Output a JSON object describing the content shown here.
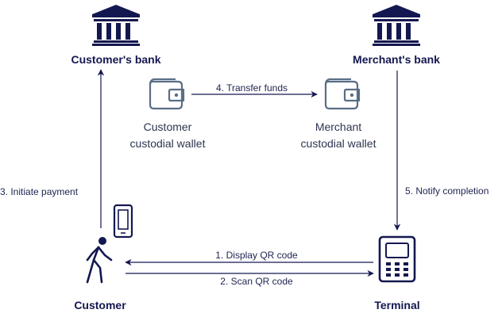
{
  "nodes": {
    "customer_bank": {
      "label": "Customer's bank",
      "icon": "bank-icon"
    },
    "merchant_bank": {
      "label": "Merchant's bank",
      "icon": "bank-icon"
    },
    "customer_wallet": {
      "line1": "Customer",
      "line2": "custodial wallet",
      "icon": "wallet-icon"
    },
    "merchant_wallet": {
      "line1": "Merchant",
      "line2": "custodial wallet",
      "icon": "wallet-icon"
    },
    "customer": {
      "label": "Customer",
      "icon": "walking-person-icon"
    },
    "terminal": {
      "label": "Terminal",
      "icon": "payment-terminal-icon"
    },
    "phone": {
      "icon": "smartphone-icon"
    }
  },
  "edges": {
    "display_qr": "1. Display QR code",
    "scan_qr": "2. Scan QR code",
    "initiate_payment": "3. Initiate payment",
    "transfer_funds": "4. Transfer funds",
    "notify_completion": "5. Notify completion"
  },
  "colors": {
    "icon": "#141850",
    "arrow": "#141850",
    "wallet_icon": "#5a6e86"
  }
}
